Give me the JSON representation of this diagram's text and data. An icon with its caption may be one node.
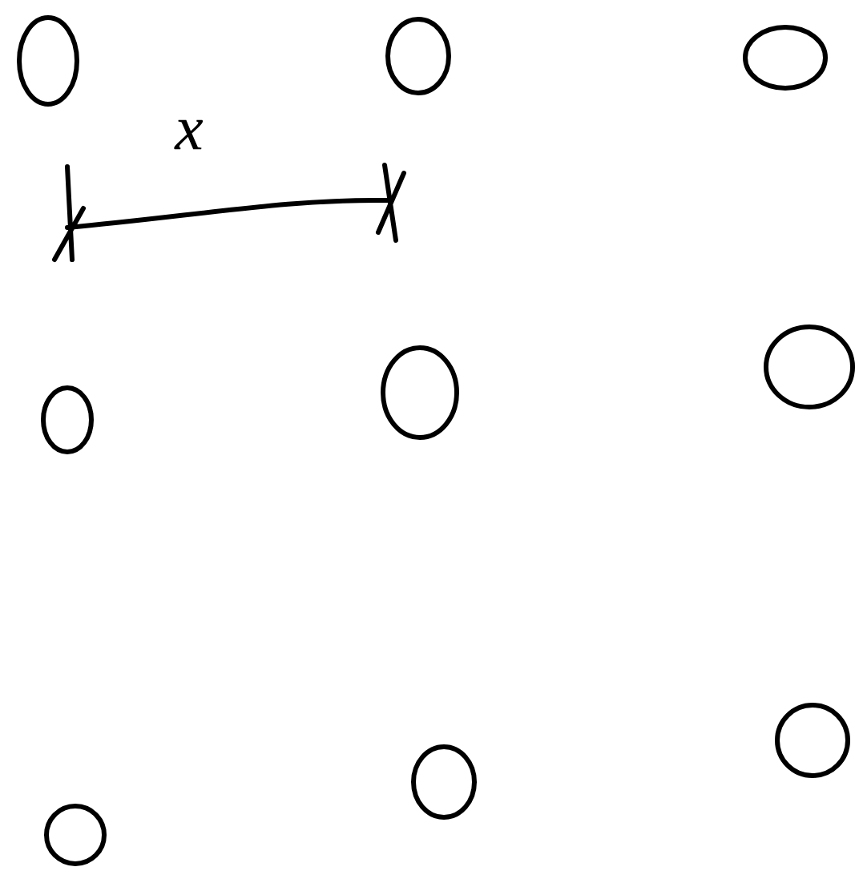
{
  "diagram": {
    "nodes": [
      {
        "text": [],
        "shape": "circle"
      },
      {
        "text": [],
        "shape": "circle"
      },
      {
        "text": [],
        "shape": "circle"
      },
      {
        "text": [],
        "shape": "circle"
      },
      {
        "text": [],
        "shape": "circle"
      },
      {
        "text": [],
        "shape": "circle"
      },
      {
        "text": [],
        "shape": "circle"
      },
      {
        "text": [],
        "shape": "circle"
      },
      {
        "text": [],
        "shape": "circle"
      }
    ],
    "labels": [
      "x"
    ]
  }
}
